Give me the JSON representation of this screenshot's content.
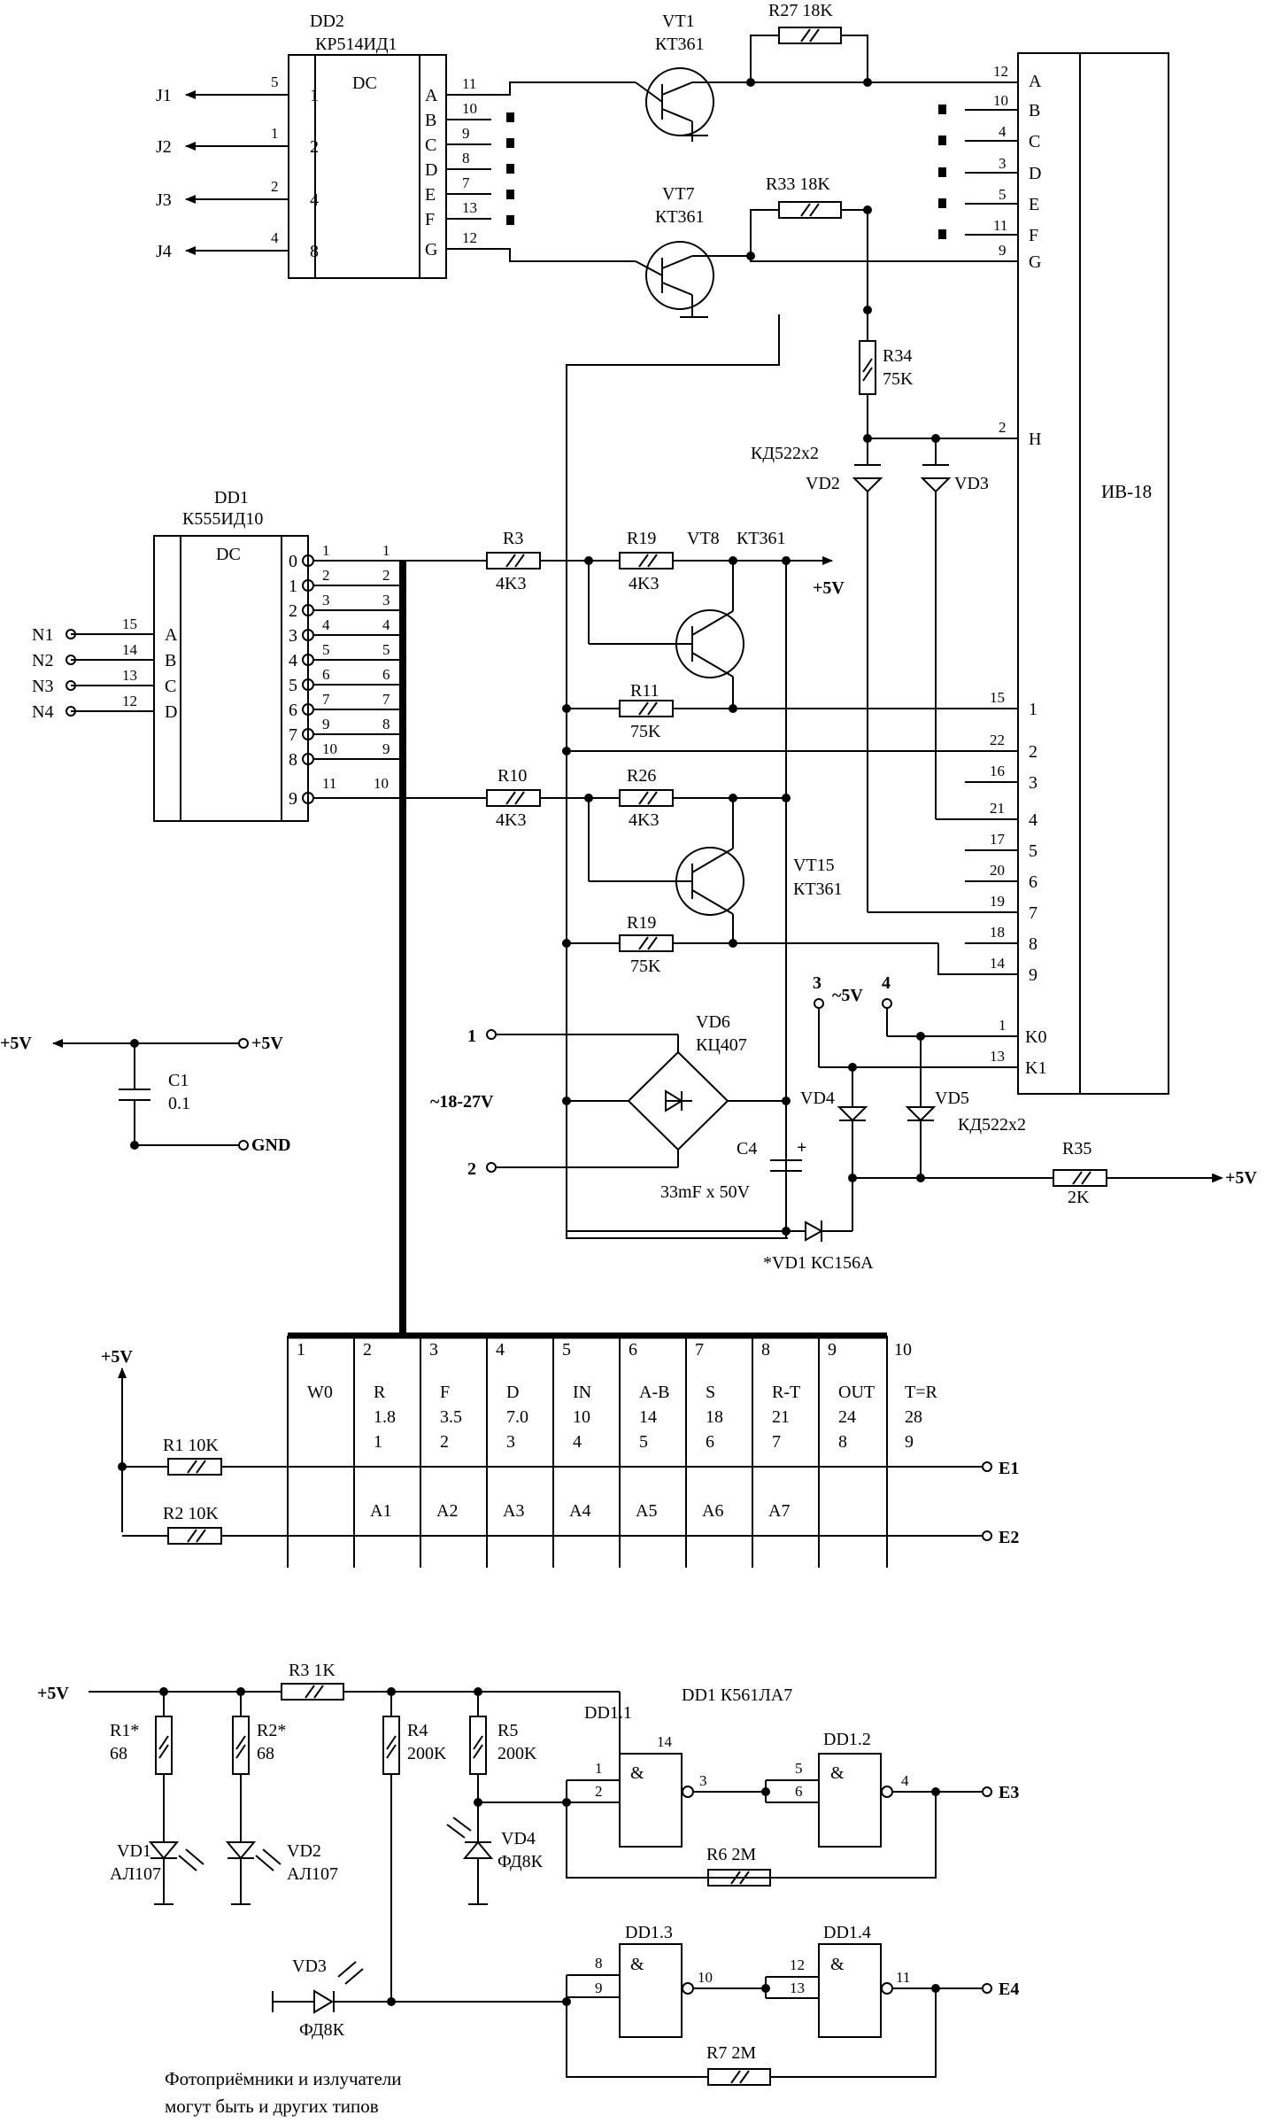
{
  "top": {
    "dd2": {
      "ref": "DD2",
      "part": "КР514ИД1",
      "func": "DC",
      "in_labels": [
        "1",
        "2",
        "4",
        "8"
      ],
      "in_pins": [
        "5",
        "1",
        "2",
        "4"
      ],
      "out_labels": [
        "A",
        "B",
        "C",
        "D",
        "E",
        "F",
        "G"
      ],
      "out_pins": [
        "11",
        "10",
        "9",
        "8",
        "7",
        "13",
        "12"
      ]
    },
    "jacks": [
      "J1",
      "J2",
      "J3",
      "J4"
    ],
    "vt1": {
      "ref": "VT1",
      "part": "КТ361"
    },
    "vt7": {
      "ref": "VT7",
      "part": "КТ361"
    },
    "r27": "R27  18K",
    "r33": "R33  18K",
    "r34": {
      "ref": "R34",
      "value": "75K"
    },
    "vd23": {
      "part": "КД522x2",
      "vd2": "VD2",
      "vd3": "VD3"
    },
    "dd1": {
      "ref": "DD1",
      "part": "К555ИД10",
      "func": "DC",
      "in_labels": [
        "A",
        "B",
        "C",
        "D"
      ],
      "in_pins": [
        "15",
        "14",
        "13",
        "12"
      ],
      "in_nets": [
        "N1",
        "N2",
        "N3",
        "N4"
      ],
      "outputs": [
        "0",
        "1",
        "2",
        "3",
        "4",
        "5",
        "6",
        "7",
        "8",
        "9"
      ],
      "out_pins": [
        "1",
        "2",
        "3",
        "4",
        "5",
        "6",
        "7",
        "9",
        "10",
        "11"
      ],
      "bus": [
        "1",
        "2",
        "3",
        "4",
        "5",
        "6",
        "7",
        "8",
        "9",
        "10"
      ]
    },
    "r3": {
      "ref": "R3",
      "value": "4K3"
    },
    "r19a": {
      "ref": "R19",
      "value": "4K3"
    },
    "vt8": {
      "ref": "VT8",
      "part": "КТ361"
    },
    "plus5": "+5V",
    "r11": {
      "ref": "R11",
      "value": "75K"
    },
    "r10": {
      "ref": "R10",
      "value": "4K3"
    },
    "r26": {
      "ref": "R26",
      "value": "4K3"
    },
    "vt15": {
      "ref": "VT15",
      "part": "КТ361"
    },
    "r19b": {
      "ref": "R19",
      "value": "75K"
    },
    "iv18": {
      "name": "ИВ-18",
      "seg_labels": [
        "A",
        "B",
        "C",
        "D",
        "E",
        "F",
        "G"
      ],
      "seg_pins": [
        "12",
        "10",
        "4",
        "3",
        "5",
        "11",
        "9"
      ],
      "h_label": "H",
      "h_pin": "2",
      "grid_labels": [
        "1",
        "2",
        "3",
        "4",
        "5",
        "6",
        "7",
        "8",
        "9"
      ],
      "grid_pins": [
        "15",
        "22",
        "16",
        "21",
        "17",
        "20",
        "19",
        "18",
        "14"
      ],
      "k_labels": [
        "K0",
        "K1"
      ],
      "k_pins": [
        "1",
        "13"
      ]
    },
    "ac_pins": [
      "3",
      "~5V",
      "4"
    ],
    "vd45": {
      "vd4": "VD4",
      "vd5": "VD5",
      "part": "КД522x2"
    },
    "r35": {
      "ref": "R35",
      "value": "2K",
      "out": "+5V"
    },
    "vd6": {
      "ref": "VD6",
      "part": "КЦ407"
    },
    "ac_in": {
      "p1": "1",
      "p2": "2",
      "label": "~18-27V"
    },
    "c4": {
      "ref": "C4",
      "plus": "+",
      "value": "33mF x 50V"
    },
    "vd1z": "*VD1  КС156А",
    "c1": {
      "left": "+5V",
      "right": "+5V",
      "ref": "C1",
      "value": "0.1",
      "gnd": "GND"
    }
  },
  "table": {
    "supply": "+5V",
    "r1": "R1  10K",
    "r2": "R2  10K",
    "cols": [
      {
        "n": "1",
        "a": "W0",
        "b": "",
        "c": "",
        "e2": ""
      },
      {
        "n": "2",
        "a": "R",
        "b": "1.8",
        "c": "1",
        "e2": "A1"
      },
      {
        "n": "3",
        "a": "F",
        "b": "3.5",
        "c": "2",
        "e2": "A2"
      },
      {
        "n": "4",
        "a": "D",
        "b": "7.0",
        "c": "3",
        "e2": "A3"
      },
      {
        "n": "5",
        "a": "IN",
        "b": "10",
        "c": "4",
        "e2": "A4"
      },
      {
        "n": "6",
        "a": "A-B",
        "b": "14",
        "c": "5",
        "e2": "A5"
      },
      {
        "n": "7",
        "a": "S",
        "b": "18",
        "c": "6",
        "e2": "A6"
      },
      {
        "n": "8",
        "a": "R-T",
        "b": "21",
        "c": "7",
        "e2": "A7"
      },
      {
        "n": "9",
        "a": "OUT",
        "b": "24",
        "c": "8",
        "e2": ""
      },
      {
        "n": "10",
        "a": "T=R",
        "b": "28",
        "c": "9",
        "e2": ""
      }
    ],
    "e1": "E1",
    "e2": "E2"
  },
  "bottom": {
    "supply": "+5V",
    "r3": "R3  1K",
    "r1": {
      "ref": "R1*",
      "value": "68"
    },
    "r2": {
      "ref": "R2*",
      "value": "68"
    },
    "r4": {
      "ref": "R4",
      "value": "200K"
    },
    "r5": {
      "ref": "R5",
      "value": "200K"
    },
    "vd1": {
      "ref": "VD1",
      "part": "АЛ107"
    },
    "vd2": {
      "ref": "VD2",
      "part": "АЛ107"
    },
    "vd4": {
      "ref": "VD4",
      "part": "ФД8К"
    },
    "vd3": {
      "ref": "VD3",
      "part": "ФД8К"
    },
    "dd1_title": "DD1  К561ЛА7",
    "gates": [
      {
        "ref": "DD1.1",
        "sym": "&",
        "in": [
          "1",
          "2"
        ],
        "out": "3",
        "vcc": "14"
      },
      {
        "ref": "DD1.2",
        "sym": "&",
        "in": [
          "5",
          "6"
        ],
        "out": "4"
      },
      {
        "ref": "DD1.3",
        "sym": "&",
        "in": [
          "8",
          "9"
        ],
        "out": "10"
      },
      {
        "ref": "DD1.4",
        "sym": "&",
        "in": [
          "12",
          "13"
        ],
        "out": "11"
      }
    ],
    "r6": "R6  2M",
    "r7": "R7  2M",
    "e3": "E3",
    "e4": "E4",
    "note": [
      "Фотоприёмники и излучатели",
      "могут быть и других типов"
    ]
  }
}
